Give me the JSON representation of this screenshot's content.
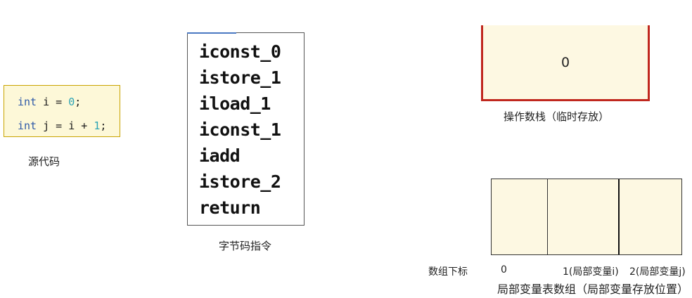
{
  "source_code": {
    "caption": "源代码",
    "line1": {
      "kw": "int",
      "pre": " i = ",
      "num": "0",
      "post": ";"
    },
    "line2": {
      "kw": "int",
      "pre": " j = i + ",
      "num": "1",
      "post": ";"
    }
  },
  "bytecode": {
    "caption": "字节码指令",
    "instructions": [
      "iconst_0",
      "istore_1",
      "iload_1",
      "iconst_1",
      "iadd",
      "istore_2",
      "return"
    ]
  },
  "operand_stack": {
    "value": "0",
    "caption": "操作数栈（临时存放）"
  },
  "local_variable_table": {
    "row_label": "数组下标",
    "indices": [
      "0",
      "1(局部变量i)",
      "2(局部变量j)"
    ],
    "caption": "局部变量表数组（局部变量存放位置）"
  },
  "colors": {
    "code_bg": "#fdf8d8",
    "code_border": "#c9a400",
    "stack_border": "#c0271e",
    "cell_bg": "#fdf8e2",
    "keyword": "#2f5aa8",
    "number": "#2aa3b5"
  }
}
